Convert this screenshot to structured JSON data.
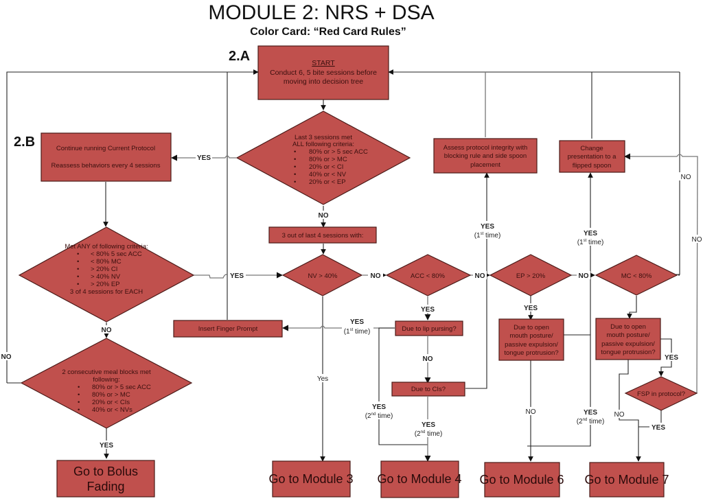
{
  "header": {
    "title": "MODULE 2: NRS + DSA",
    "subtitle": "Color Card: “Red Card Rules”"
  },
  "sections": {
    "a": "2.A",
    "b": "2.B"
  },
  "colors": {
    "node_fill": "#c0504d",
    "node_border": "#4a1a18",
    "line": "#222222"
  },
  "nodes": {
    "start": {
      "heading": "START",
      "lines": [
        "Conduct 6, 5 bite sessions before",
        "moving into decision tree"
      ]
    },
    "last3": {
      "lines": [
        "Last 3 sessions met",
        "ALL following criteria:"
      ],
      "bullets": [
        "80% or > 5 sec ACC",
        "80% or > MC",
        "20% or < CI",
        "40% or < NV",
        "20% or < EP"
      ]
    },
    "continue": {
      "lines": [
        "Continue running Current Protocol",
        "Reassess behaviors every 4 sessions"
      ]
    },
    "three_of_four": {
      "text": "3 out of last 4 sessions with:"
    },
    "met_any": {
      "lines": [
        "Met ANY of following criteria:"
      ],
      "bullets": [
        "< 80% 5 sec ACC",
        "< 80% MC",
        "> 20% CI",
        "> 40% NV",
        "> 20% EP"
      ],
      "footer": "3 of 4 sessions for EACH"
    },
    "consecutive": {
      "lines": [
        "2 consecutive meal blocks met",
        "following:"
      ],
      "bullets": [
        "80% or > 5 sec ACC",
        "80% or >  MC",
        "20% or < CIs",
        "40% or < NVs"
      ]
    },
    "nv": {
      "text": "NV > 40%"
    },
    "acc": {
      "text": "ACC  < 80%"
    },
    "ep": {
      "text": "EP > 20%"
    },
    "mc": {
      "text": "MC < 80%"
    },
    "assess": {
      "lines": [
        "Assess protocol integrity with",
        "blocking rule and side spoon",
        "placement"
      ]
    },
    "change": {
      "lines": [
        "Change",
        "presentation to a",
        "flipped spoon"
      ]
    },
    "finger": {
      "text": "Insert Finger Prompt"
    },
    "lip": {
      "text": "Due to lip pursing?"
    },
    "cis": {
      "text": "Due to CIs?"
    },
    "open_ep": {
      "lines": [
        "Due to open",
        "mouth posture/",
        "passive expulsion/",
        "tongue protrusion?"
      ]
    },
    "open_mc": {
      "lines": [
        "Due to open",
        "mouth posture/",
        "passive expulsion/",
        "tongue protrusion?"
      ]
    },
    "fsp": {
      "text": "FSP in protocol?"
    },
    "bolus": {
      "lines": [
        "Go to Bolus",
        "Fading"
      ]
    },
    "mod3": {
      "text": "Go to Module 3"
    },
    "mod4": {
      "text": "Go to Module 4"
    },
    "mod6": {
      "text": "Go to Module 6"
    },
    "mod7": {
      "text": "Go to Module 7"
    }
  },
  "edge_labels": {
    "yes": "YES",
    "no": "NO",
    "yes_lower": "Yes",
    "first_time": "(1st time)",
    "second_time": "(2nd time)",
    "first_prefix": "(1",
    "second_prefix": "(2",
    "st": "st",
    "nd": "nd",
    "time_suffix": " time)"
  }
}
